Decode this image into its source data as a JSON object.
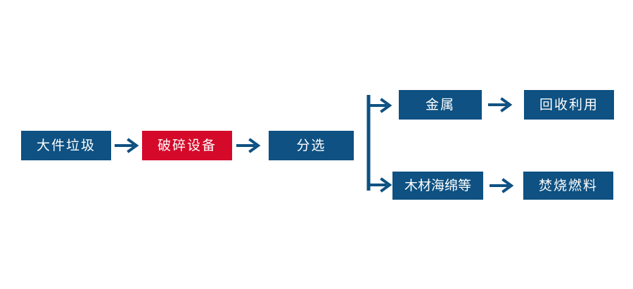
{
  "diagram": {
    "title": "",
    "type": "process-flowchart",
    "colors": {
      "primary_blue": "#0E5182",
      "highlight_red": "#D5092A",
      "arrow_blue": "#0E5182",
      "label_text": "#FFFFFF",
      "background": "#FFFFFF"
    },
    "nodes": [
      {
        "id": "bulky-waste",
        "label": "大件垃圾",
        "style": "blue"
      },
      {
        "id": "crushing-equipment",
        "label": "破碎设备",
        "style": "red"
      },
      {
        "id": "sorting",
        "label": "分选",
        "style": "blue"
      },
      {
        "id": "metal",
        "label": "金属",
        "style": "blue"
      },
      {
        "id": "recycling",
        "label": "回收利用",
        "style": "blue"
      },
      {
        "id": "wood-sponge-etc",
        "label": "木材海绵等",
        "style": "blue"
      },
      {
        "id": "incineration-fuel",
        "label": "焚烧燃料",
        "style": "blue"
      }
    ],
    "connectors": [
      {
        "id": "arrow-bulky-to-crushing",
        "kind": "arrow",
        "from": "bulky-waste",
        "to": "crushing-equipment"
      },
      {
        "id": "arrow-crushing-to-sorting",
        "kind": "arrow",
        "from": "crushing-equipment",
        "to": "sorting"
      },
      {
        "id": "branch-split",
        "kind": "bracket",
        "from": "sorting",
        "to": "metal, wood-sponge-etc"
      },
      {
        "id": "arrow-metal-to-recycling",
        "kind": "arrow",
        "from": "metal",
        "to": "recycling"
      },
      {
        "id": "arrow-wood-to-incineration",
        "kind": "arrow",
        "from": "wood-sponge-etc",
        "to": "incineration-fuel"
      }
    ]
  }
}
